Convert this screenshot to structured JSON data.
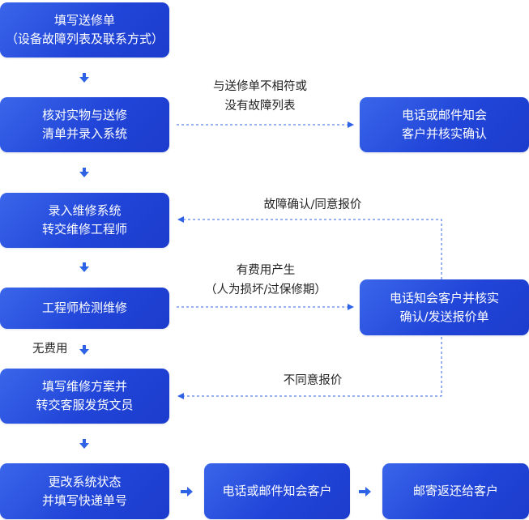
{
  "boxes": {
    "fill_form": [
      "填写送修单",
      "（设备故障列表及联系方式）"
    ],
    "verify": [
      "核对实物与送修",
      "清单并录入系统"
    ],
    "notify_mismatch": [
      "电话或邮件知会",
      "客户并核实确认"
    ],
    "assign": [
      "录入维修系统",
      "转交维修工程师"
    ],
    "inspect": [
      "工程师检测维修"
    ],
    "notify_quote": [
      "电话知会客户并核实",
      "确认/发送报价单"
    ],
    "plan": [
      "填写维修方案并",
      "转交客服发货文员"
    ],
    "update": [
      "更改系统状态",
      "并填写快递单号"
    ],
    "notify_customer": [
      "电话或邮件知会客户"
    ],
    "return": [
      "邮寄返还给客户"
    ]
  },
  "labels": {
    "mismatch": [
      "与送修单不相符或",
      "没有故障列表"
    ],
    "confirm_quote": [
      "故障确认/同意报价"
    ],
    "fee": [
      "有费用产生",
      "（人为损坏/过保修期）"
    ],
    "no_fee": [
      "无费用"
    ],
    "reject_quote": [
      "不同意报价"
    ]
  },
  "colors": {
    "box_gradient_start": "#3a66ea",
    "box_gradient_end": "#1c3ccc",
    "arrow": "#2f63e6",
    "text_on_box": "#ffffff",
    "label_text": "#222222"
  }
}
